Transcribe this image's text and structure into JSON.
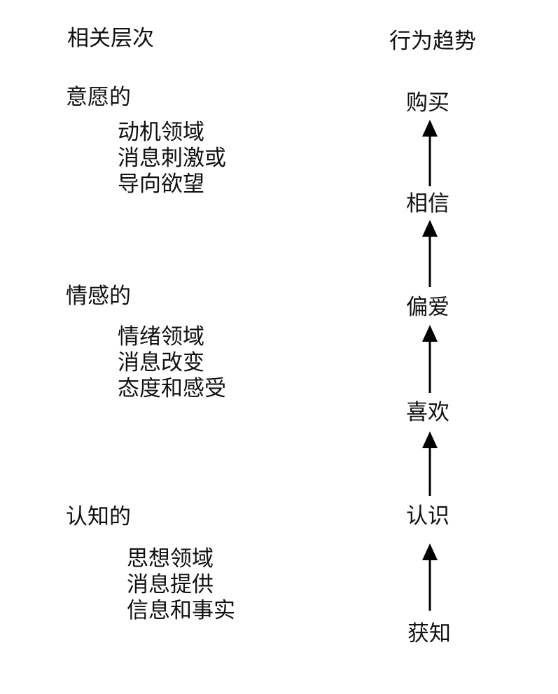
{
  "headers": {
    "left": "相关层次",
    "right": "行为趋势"
  },
  "levels": [
    {
      "title": "意愿的",
      "lines": [
        "动机领域",
        "消息刺激或",
        "导向欲望"
      ]
    },
    {
      "title": "情感的",
      "lines": [
        "情绪领域",
        "消息改变",
        "态度和感受"
      ]
    },
    {
      "title": "认知的",
      "lines": [
        "思想领域",
        "消息提供",
        "信息和事实"
      ]
    }
  ],
  "stages": [
    "购买",
    "相信",
    "偏爱",
    "喜欢",
    "认识",
    "获知"
  ]
}
